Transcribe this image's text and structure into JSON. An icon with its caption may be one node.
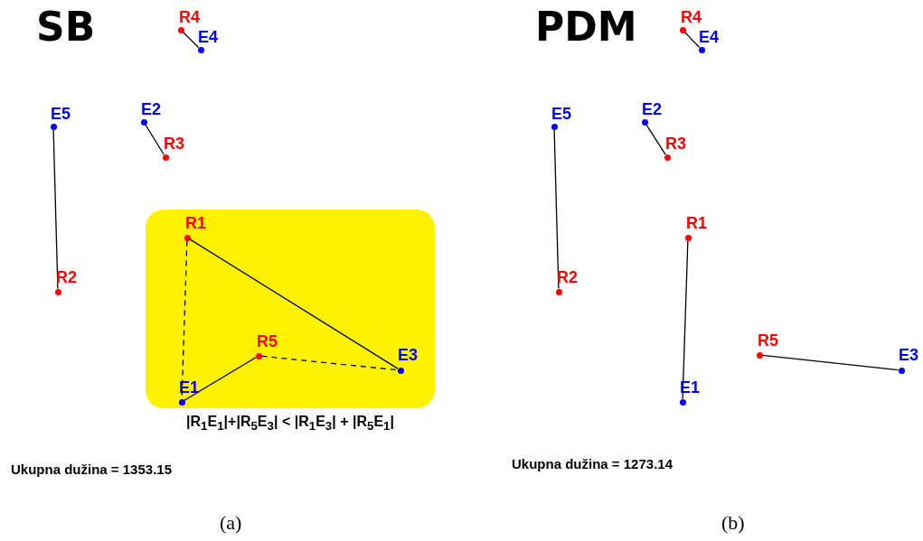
{
  "diagram": {
    "nodes": [
      {
        "text": [
          "R4"
        ]
      },
      {
        "text": [
          "E4"
        ]
      },
      {
        "text": [
          "E5"
        ]
      },
      {
        "text": [
          "E2"
        ]
      },
      {
        "text": [
          "R3"
        ]
      },
      {
        "text": [
          "R2"
        ]
      },
      {
        "text": [],
        "shape": "box",
        "beside": [
          "|R$_{1}$E$_{1}$|+|R$_{5}$E$_{3}$| < |R$_{1}$E$_{3}$| + |R$_{5}$E$_{1}$|"
        ]
      },
      {
        "text": [
          "R1"
        ],
        "in": 6
      },
      {
        "text": [
          "R5"
        ],
        "in": 6
      },
      {
        "text": [
          "E3"
        ],
        "in": 6
      },
      {
        "text": [
          "E1"
        ],
        "in": 6
      },
      {
        "text": [
          "R4"
        ]
      },
      {
        "text": [
          "E4"
        ]
      },
      {
        "text": [
          "E5"
        ]
      },
      {
        "text": [
          "E2"
        ]
      },
      {
        "text": [
          "R3"
        ]
      },
      {
        "text": [
          "R1"
        ]
      },
      {
        "text": [
          "R2"
        ]
      },
      {
        "text": [
          "R5"
        ]
      },
      {
        "text": [
          "E3"
        ]
      },
      {
        "text": [
          "E1"
        ]
      }
    ],
    "edges": [
      {
        "from": 0,
        "to": 1,
        "arrow": "none"
      },
      {
        "from": 2,
        "to": 5,
        "arrow": "none"
      },
      {
        "from": 3,
        "to": 4,
        "arrow": "none"
      },
      {
        "from": 7,
        "to": 9,
        "arrow": "none"
      },
      {
        "from": 8,
        "to": 10,
        "arrow": "none"
      },
      {
        "from": 7,
        "to": 10,
        "arrow": "none",
        "style": "dashed"
      },
      {
        "from": 8,
        "to": 9,
        "arrow": "none",
        "style": "dashed"
      },
      {
        "from": 11,
        "to": 12,
        "arrow": "none"
      },
      {
        "from": 13,
        "to": 17,
        "arrow": "none"
      },
      {
        "from": 14,
        "to": 15,
        "arrow": "none"
      },
      {
        "from": 16,
        "to": 20,
        "arrow": "none"
      },
      {
        "from": 18,
        "to": 19,
        "arrow": "none"
      }
    ],
    "labels": [
      "SB",
      "PDM",
      "Ukupna dužina = 1353.15",
      "Ukupna dužina = 1273.14",
      "(a)",
      "(b)"
    ]
  }
}
